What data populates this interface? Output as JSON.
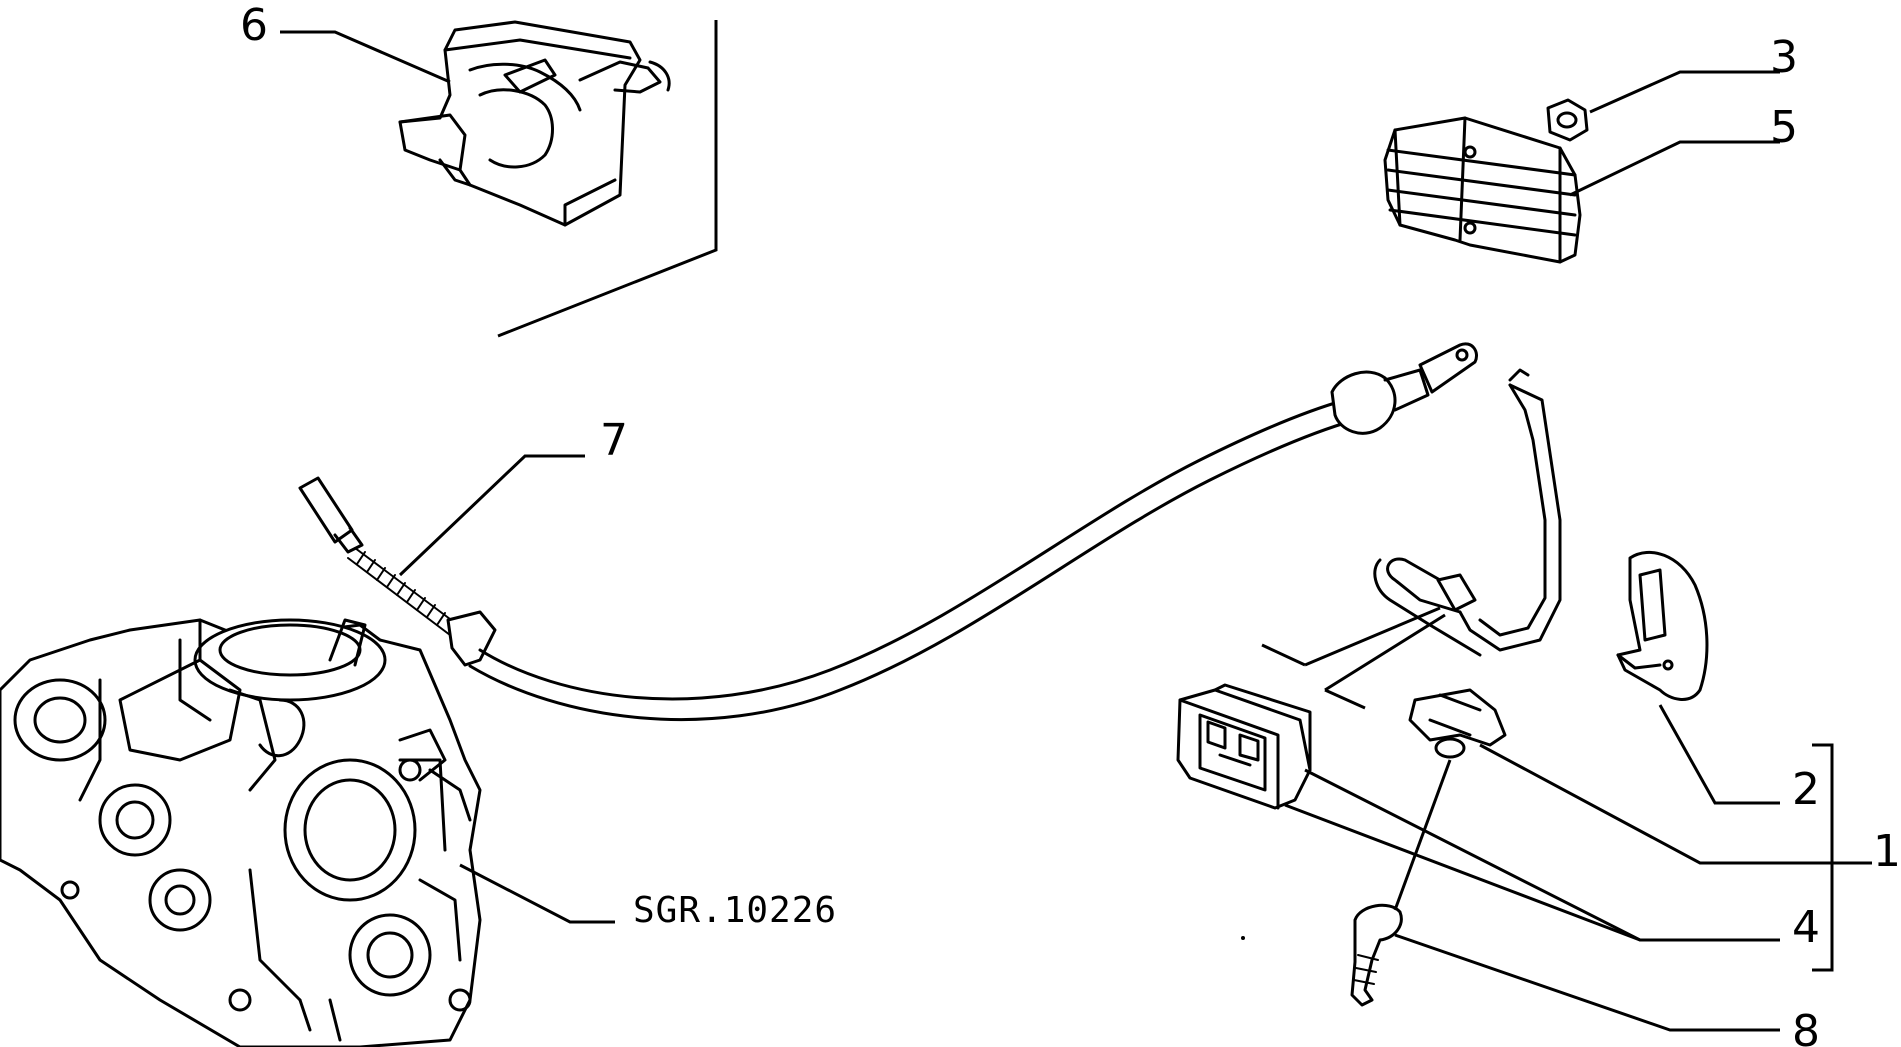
{
  "callouts": {
    "c1": "1",
    "c2": "2",
    "c3": "3",
    "c4": "4",
    "c5": "5",
    "c6": "6",
    "c7": "7",
    "c8": "8"
  },
  "reference": "SGR.10226"
}
